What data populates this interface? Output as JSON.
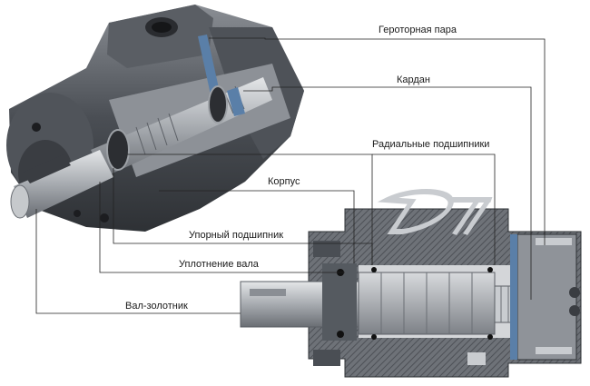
{
  "labels": {
    "gerotor_pair": "Героторная пара",
    "cardan": "Кардан",
    "radial_bearings": "Радиальные подшипники",
    "housing": "Корпус",
    "thrust_bearing": "Упорный подшипник",
    "shaft_seal": "Уплотнение вала",
    "spool_shaft": "Вал-золотник"
  },
  "colors": {
    "metal_dark": "#3c3f44",
    "metal_mid": "#6c7077",
    "metal_light": "#b9bdc2",
    "accent_blue": "#5a7fa8",
    "leader": "#222222"
  }
}
